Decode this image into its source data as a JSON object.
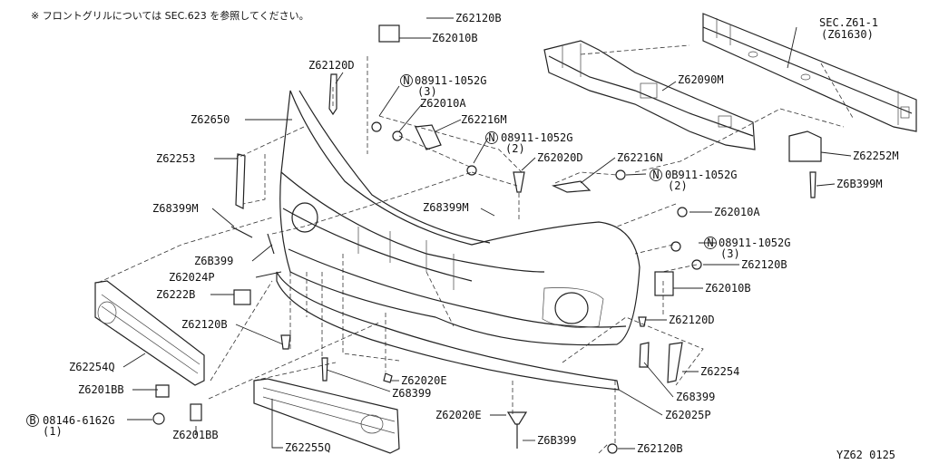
{
  "note": "※ フロントグリルについては SEC.623 を参照してください。",
  "figure_code": "YZ62 0125",
  "labels": {
    "l01": "Z62120B",
    "l02": "Z62010B",
    "l03": "SEC.Z61-1",
    "l04": "(Z61630)",
    "l05": "Z62120D",
    "l06": "Z62090M",
    "l07": "08911-1052G",
    "l08": "(3)",
    "l09": "Z62010A",
    "l10": "Z62650",
    "l11": "Z62216M",
    "l12": "08911-1052G",
    "l13": "(2)",
    "l14": "Z62253",
    "l15": "Z62020D",
    "l16": "Z62216N",
    "l17": "0B911-1052G",
    "l18": "(2)",
    "l19": "Z62252M",
    "l20": "Z6B399M",
    "l21": "Z68399M",
    "l22": "Z68399M",
    "l23": "Z62010A",
    "l24": "08911-1052G",
    "l25": "(3)",
    "l26": "Z6B399",
    "l27": "Z62120B",
    "l28": "Z62024P",
    "l29": "Z62010B",
    "l30": "Z6222B",
    "l31": "Z62120D",
    "l32": "Z62120B",
    "l33": "Z62254Q",
    "l34": "Z62254",
    "l35": "Z62020E",
    "l36": "Z6201BB",
    "l37": "Z68399",
    "l38": "Z68399",
    "l39": "08146-6162G",
    "l40": "(1)",
    "l41": "Z62020E",
    "l42": "Z62025P",
    "l43": "Z6201BB",
    "l44": "Z6B399",
    "l45": "Z62255Q",
    "l46": "Z62120B"
  },
  "markers": {
    "n": "N",
    "b": "B"
  }
}
